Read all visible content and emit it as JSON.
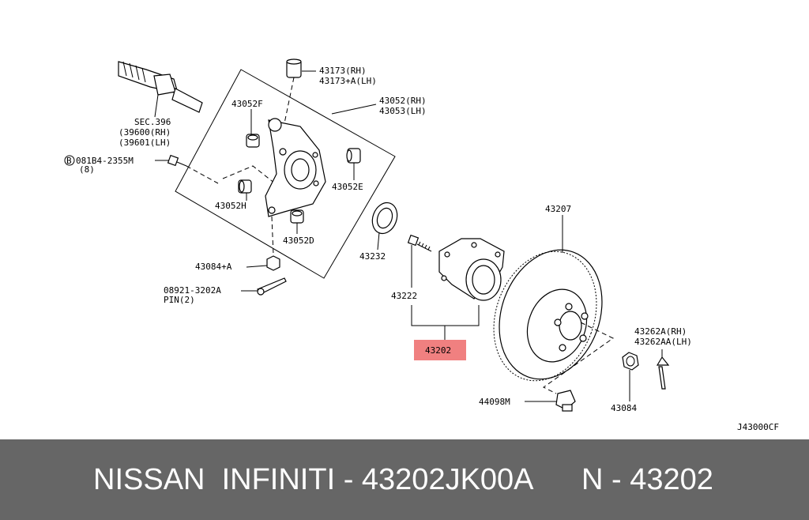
{
  "labels": {
    "sec": "SEC.396",
    "sec_rh": "(39600(RH)",
    "sec_lh": "(39601(LH)",
    "bolt_circle": "B",
    "bolt_num": "081B4-2355M",
    "bolt_qty": "(8)",
    "p43173_rh": "43173(RH)",
    "p43173_lh": "43173+A(LH)",
    "p43052_rh": "43052(RH)",
    "p43053_lh": "43053(LH)",
    "p43052f": "43052F",
    "p43052e": "43052E",
    "p43052h": "43052H",
    "p43052d": "43052D",
    "p43084a": "43084+A",
    "pin_num": "08921-3202A",
    "pin_lbl": "PIN(2)",
    "p43232": "43232",
    "p43222": "43222",
    "p43202": "43202",
    "p43207": "43207",
    "p43262a_rh": "43262A(RH)",
    "p43262aa_lh": "43262AA(LH)",
    "p44098m": "44098M",
    "p43084": "43084",
    "code": "J43000CF"
  },
  "highlight_color": "#f08080",
  "banner": {
    "brand": "NISSAN  INFINITI - 43202JK00A",
    "ref": "N - 43202"
  }
}
